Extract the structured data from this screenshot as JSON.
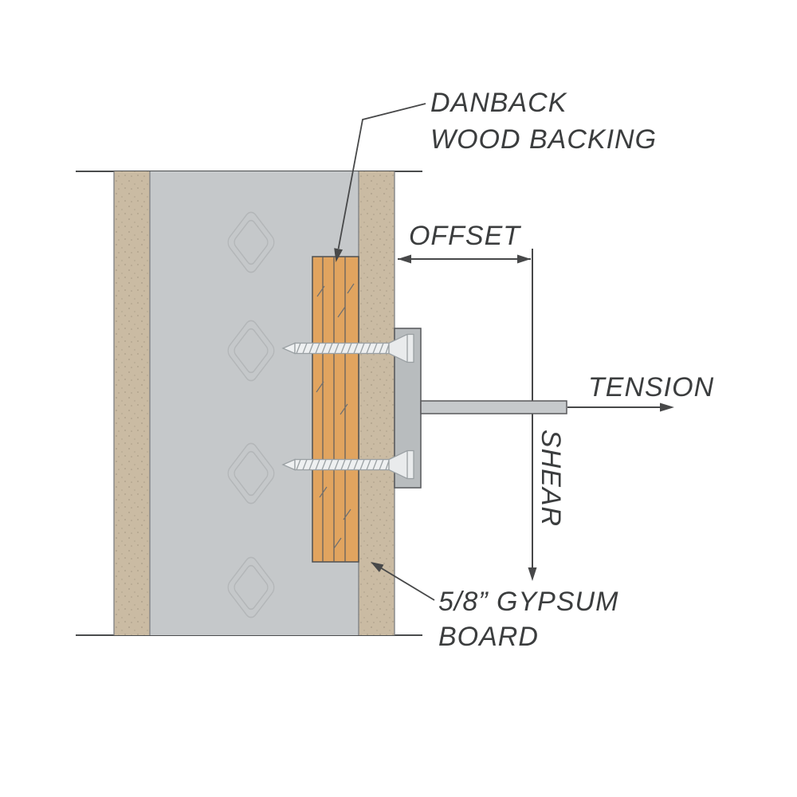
{
  "diagram": {
    "type": "construction-detail-section",
    "labels": {
      "backing_line1": "DANBACK",
      "backing_line2": "WOOD BACKING",
      "offset": "OFFSET",
      "tension": "TENSION",
      "shear": "SHEAR",
      "gypsum_line1": "5/8” GYPSUM",
      "gypsum_line2": "BOARD"
    },
    "colors": {
      "gypsum": "#cabba3",
      "stud": "#c5c8ca",
      "wood": "#e1a45f",
      "plate": "#b8bcbe",
      "rod": "#c6c9cb",
      "outline": "#4e5052",
      "dimension_line": "#474849",
      "knockout_line": "#b3b6b8",
      "screw_line": "#9aa0a3",
      "text": "#3b3d3e",
      "speckle": "#857a67"
    }
  }
}
